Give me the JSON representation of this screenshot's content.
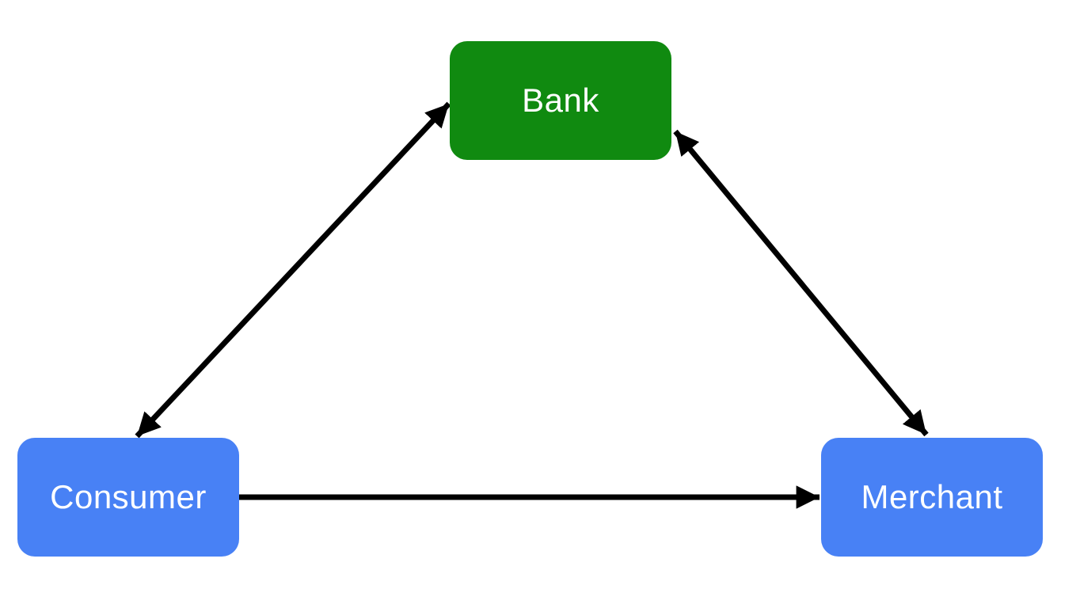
{
  "diagram": {
    "background": "#ffffff",
    "arrow_color": "#000000",
    "nodes": {
      "bank": {
        "label": "Bank",
        "color": "#108A10",
        "text_color": "#ffffff",
        "shape": "rounded-rectangle"
      },
      "consumer": {
        "label": "Consumer",
        "color": "#4881F5",
        "text_color": "#ffffff",
        "shape": "rounded-rectangle"
      },
      "merchant": {
        "label": "Merchant",
        "color": "#4881F5",
        "text_color": "#ffffff",
        "shape": "rounded-rectangle"
      }
    },
    "edges": [
      {
        "from": "consumer",
        "to": "bank",
        "bidirectional": true
      },
      {
        "from": "bank",
        "to": "merchant",
        "bidirectional": true
      },
      {
        "from": "consumer",
        "to": "merchant",
        "bidirectional": false
      }
    ]
  }
}
